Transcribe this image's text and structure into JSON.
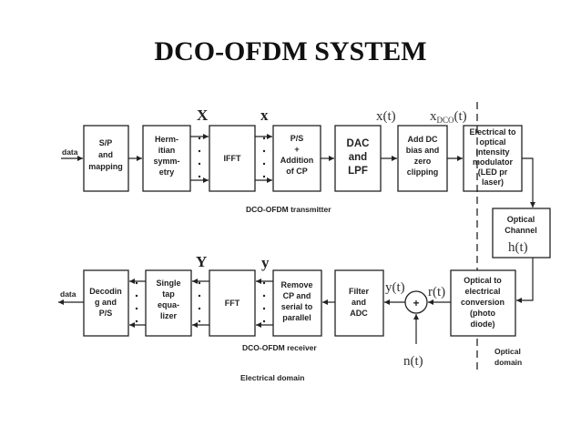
{
  "title": "DCO-OFDM SYSTEM",
  "transmitter": {
    "caption": "DCO-OFDM transmitter",
    "input_label": "data",
    "blocks": [
      {
        "id": "sp",
        "lines": [
          "S/P",
          "and",
          "mapping"
        ]
      },
      {
        "id": "herm",
        "lines": [
          "Herm-",
          "itian",
          "symm-",
          "etry"
        ]
      },
      {
        "id": "ifft",
        "lines": [
          "IFFT"
        ]
      },
      {
        "id": "ps",
        "lines": [
          "P/S",
          "+",
          "Addition",
          "of CP"
        ]
      },
      {
        "id": "dac",
        "lines": [
          "DAC",
          "and",
          "LPF"
        ]
      },
      {
        "id": "dcbias",
        "lines": [
          "Add DC",
          "bias and",
          "zero",
          "clipping"
        ]
      },
      {
        "id": "eo",
        "lines": [
          "Electrical to",
          "optical",
          "intensity",
          "modulator",
          "(LED pr",
          "laser)"
        ]
      }
    ],
    "signals": {
      "X": "X",
      "x": "x",
      "xt": "x(t)",
      "xdco_main": "x",
      "xdco_sub": "DCO",
      "xdco_arg": "(t)"
    }
  },
  "channel": {
    "lines": [
      "Optical",
      "Channel"
    ],
    "h": "h(t)"
  },
  "receiver": {
    "caption": "DCO-OFDM receiver",
    "output_label": "data",
    "blocks": [
      {
        "id": "oe",
        "lines": [
          "Optical to",
          "electrical",
          "conversion",
          "(photo",
          "diode)"
        ]
      },
      {
        "id": "filter",
        "lines": [
          "Filter",
          "and",
          "ADC"
        ]
      },
      {
        "id": "removecp",
        "lines": [
          "Remove",
          "CP and",
          "serial to",
          "parallel"
        ]
      },
      {
        "id": "fft",
        "lines": [
          "FFT"
        ]
      },
      {
        "id": "eq",
        "lines": [
          "Single",
          "tap",
          "equa-",
          "lizer"
        ]
      },
      {
        "id": "decod",
        "lines": [
          "Decodin",
          "g and",
          "P/S"
        ]
      }
    ],
    "signals": {
      "Y": "Y",
      "y": "y",
      "yt": "y(t)",
      "rt": "r(t)",
      "nt": "n(t)",
      "plus": "+"
    }
  },
  "domains": {
    "electrical": "Electrical domain",
    "optical": [
      "Optical",
      "domain"
    ]
  }
}
